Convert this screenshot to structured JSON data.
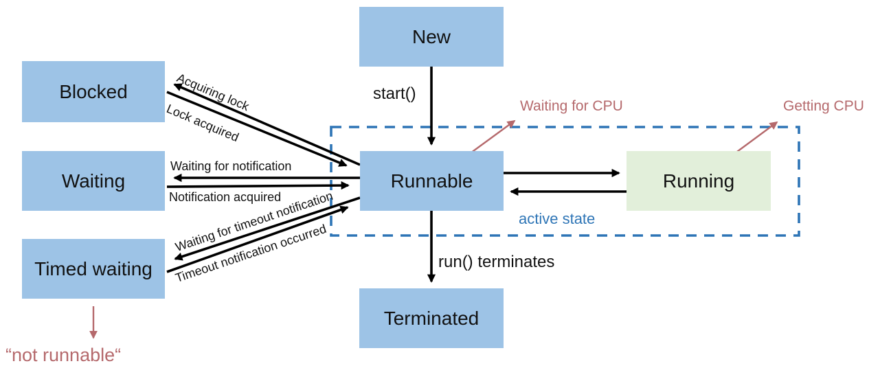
{
  "diagram": {
    "title_hint": "Java thread state transition diagram",
    "states": {
      "new": "New",
      "blocked": "Blocked",
      "waiting": "Waiting",
      "timed_waiting": "Timed waiting",
      "runnable": "Runnable",
      "running": "Running",
      "terminated": "Terminated"
    },
    "transitions": {
      "start": "start()",
      "run_terminates": "run() terminates",
      "acquiring_lock": "Acquiring lock",
      "lock_acquired": "Lock acquired",
      "waiting_for_notification": "Waiting for notification",
      "notification_acquired": "Notification acquired",
      "waiting_for_timeout_notification": "Waiting for timeout notification",
      "timeout_notification_occurred": "Timeout notification occurred"
    },
    "annotations": {
      "waiting_for_cpu": "Waiting for CPU",
      "getting_cpu": "Getting CPU",
      "active_state": "active state",
      "not_runnable": "“not runnable“"
    },
    "colors": {
      "state_fill": "#9DC3E6",
      "running_fill": "#E2EFDA",
      "active_region_border": "#2E75B6",
      "annotation_pink": "#B5696C",
      "arrow_black": "#000000"
    }
  }
}
